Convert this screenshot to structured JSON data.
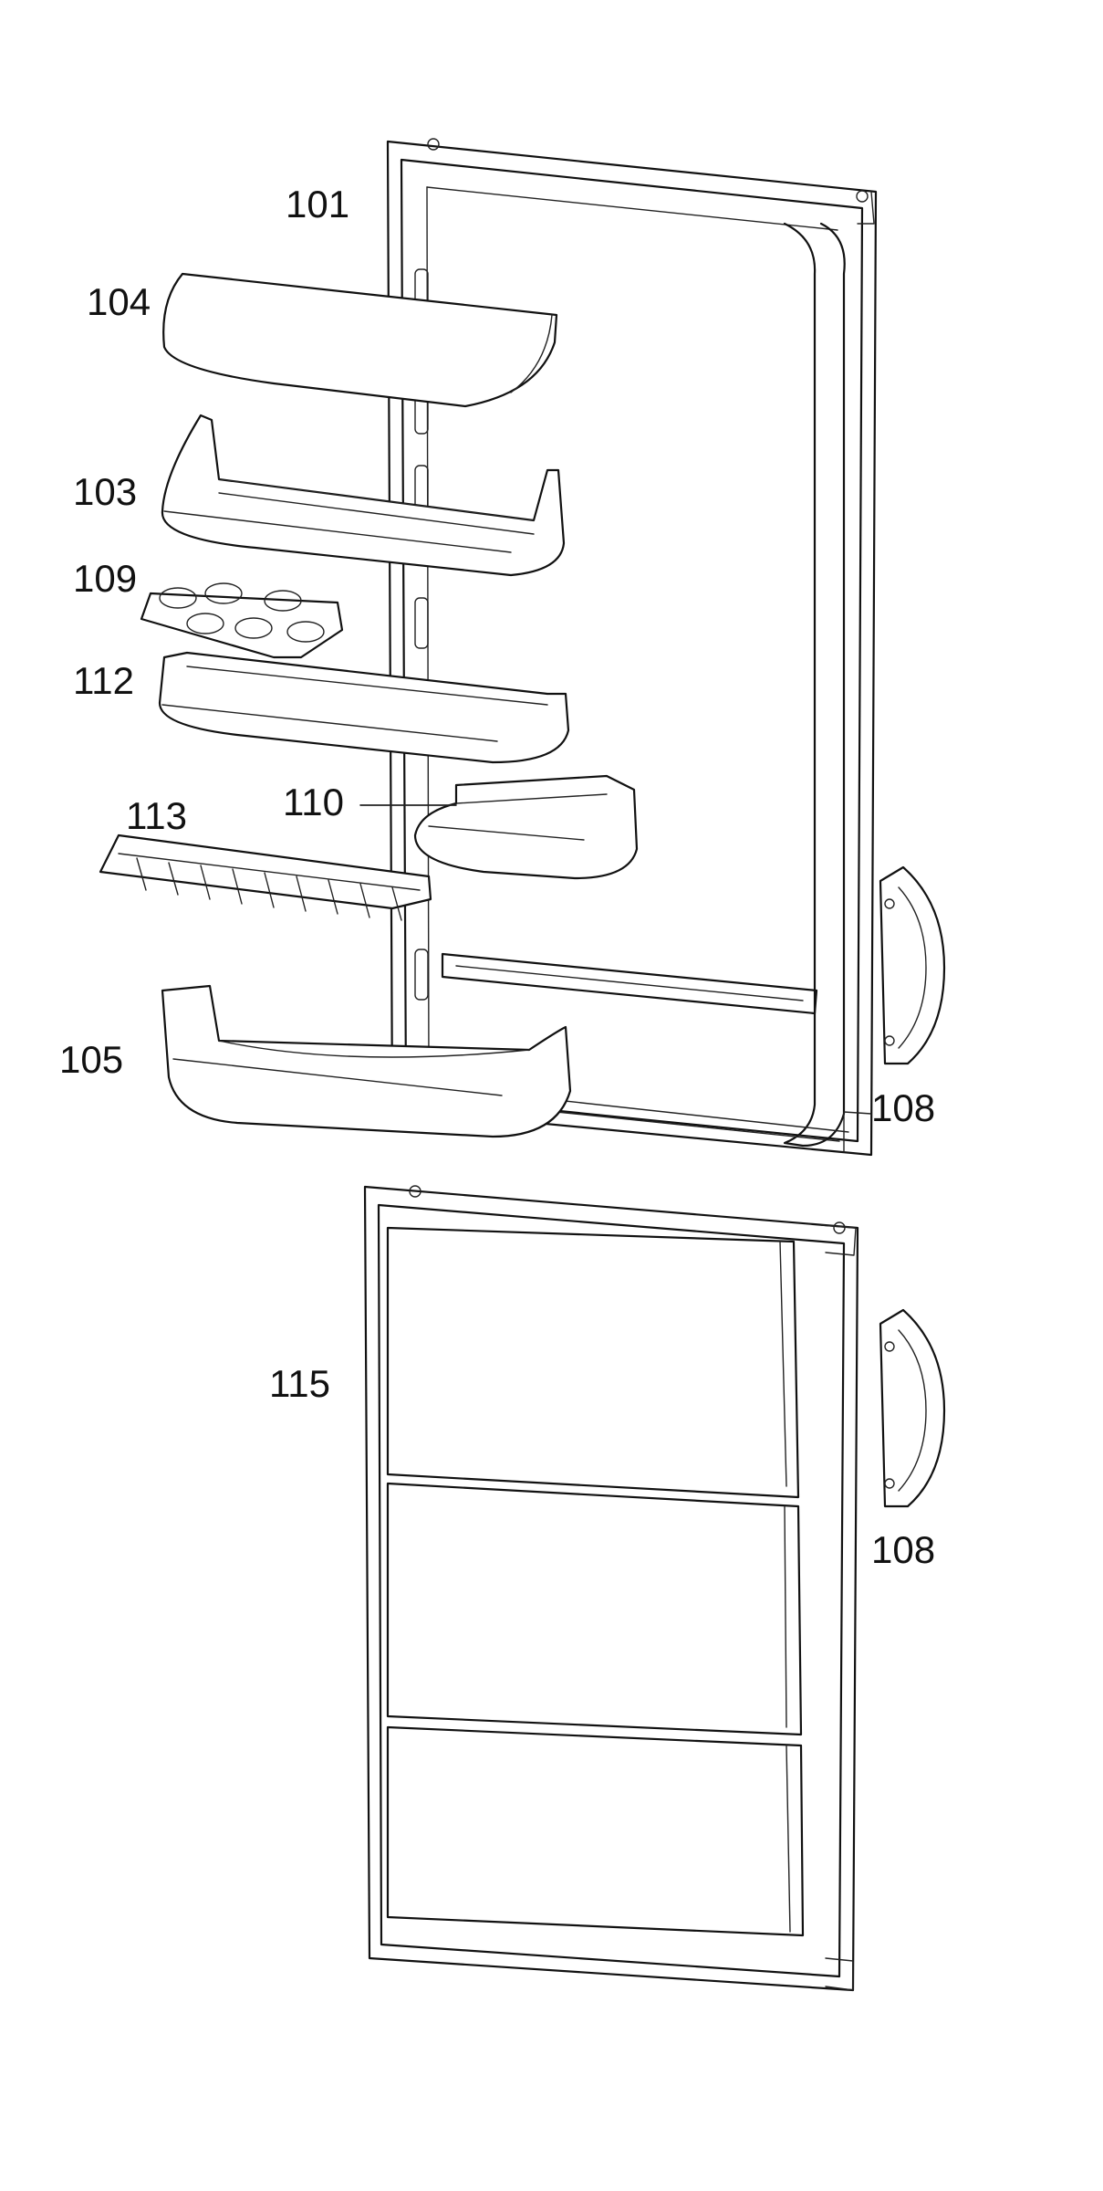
{
  "labels": {
    "door_upper": "101",
    "lid": "104",
    "shelf_top": "103",
    "egg_tray": "109",
    "shelf_mid": "112",
    "bottle_holder": "113",
    "small_bin": "110",
    "shelf_bottom": "105",
    "handle_upper": "108",
    "door_lower": "115",
    "handle_lower": "108"
  }
}
